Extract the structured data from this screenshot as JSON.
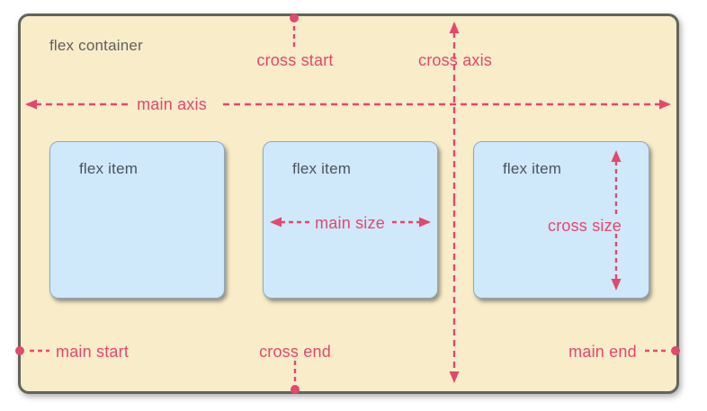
{
  "diagram": {
    "container_label": "flex container",
    "items": [
      {
        "label": "flex item"
      },
      {
        "label": "flex item"
      },
      {
        "label": "flex item"
      }
    ],
    "annotations": {
      "cross_start": "cross start",
      "cross_axis": "cross axis",
      "cross_end": "cross end",
      "main_axis": "main axis",
      "main_start": "main start",
      "main_end": "main end",
      "main_size": "main size",
      "cross_size": "cross size"
    },
    "colors": {
      "accent": "#e3486d",
      "container_bg": "#f8ecc9",
      "container_border": "#61655b",
      "item_bg": "#cfe8fa",
      "item_border": "#8fa9bf",
      "container_text": "#5f5f5f",
      "item_text": "#49545e"
    }
  }
}
